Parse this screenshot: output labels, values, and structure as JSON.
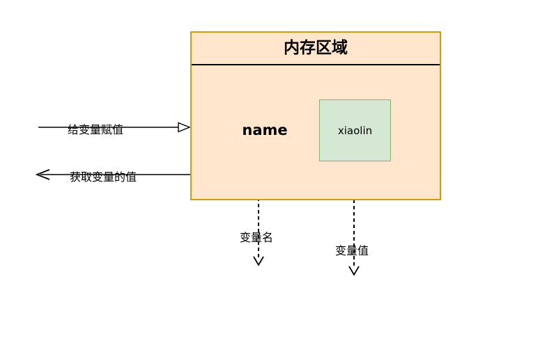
{
  "diagram": {
    "memory_region": {
      "title": "内存区域",
      "variable_name": "name",
      "value_text": "xiaolin"
    },
    "edges": {
      "assign_label": "给变量赋值",
      "get_label": "获取变量的值"
    },
    "annotations": {
      "var_name_label": "变量名",
      "var_value_label": "变量值"
    },
    "colors": {
      "region_fill": "#FFE6CC",
      "region_border": "#D79B00",
      "value_fill": "#D5E8D4",
      "value_border": "#82B366",
      "line": "#000000",
      "background": "#FFFFFF"
    }
  }
}
